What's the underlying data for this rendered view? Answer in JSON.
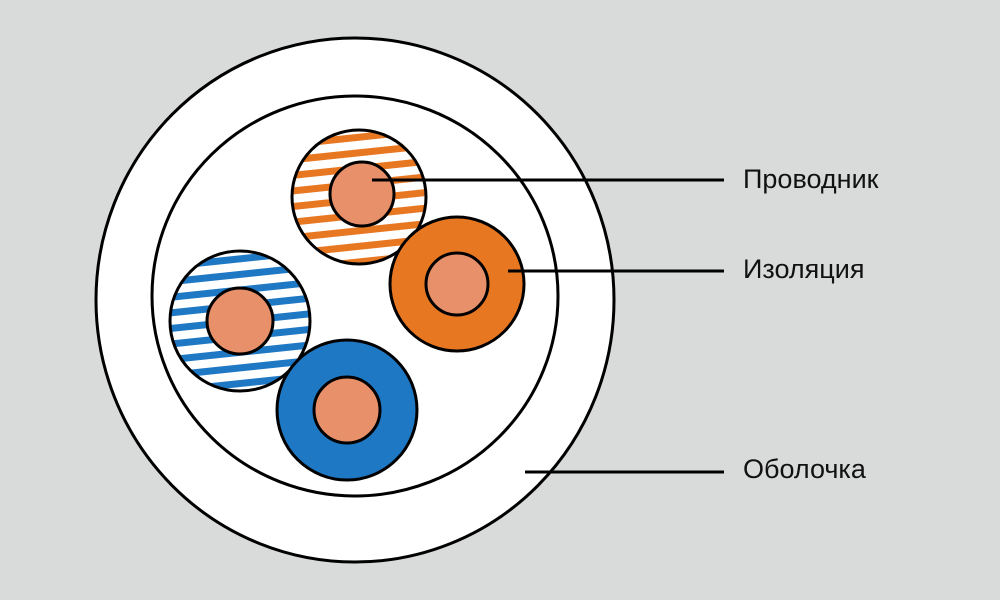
{
  "labels": {
    "conductor": "Проводник",
    "insulation": "Изоляция",
    "sheath": "Оболочка"
  },
  "colors": {
    "background": "#d9dbda",
    "sheath": "#ffffff",
    "copper": "#e8906a",
    "orange": "#e87722",
    "blue": "#1f78c4",
    "stripe_base": "#ffffff",
    "outline": "#000000"
  },
  "wires": [
    {
      "name": "orange-white striped pair wire",
      "insulation": "striped",
      "color": "orange"
    },
    {
      "name": "solid orange wire",
      "insulation": "solid",
      "color": "orange"
    },
    {
      "name": "blue-white striped pair wire",
      "insulation": "striped",
      "color": "blue"
    },
    {
      "name": "solid blue wire",
      "insulation": "solid",
      "color": "blue"
    }
  ]
}
